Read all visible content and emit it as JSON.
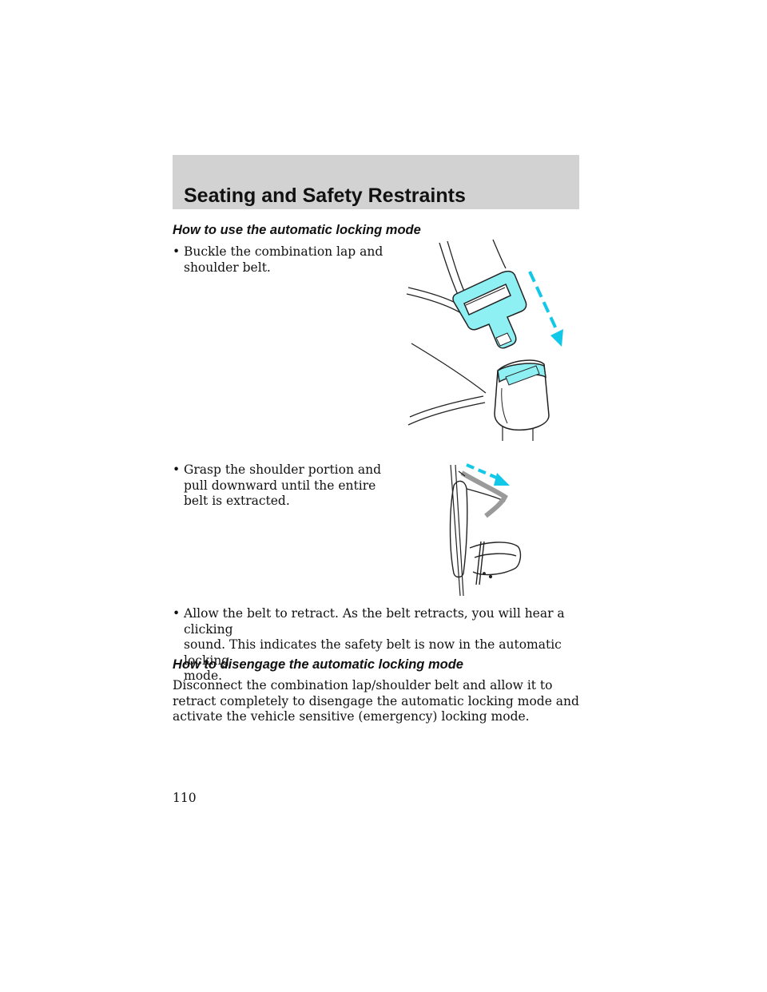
{
  "header": {
    "title": "Seating and Safety Restraints"
  },
  "section1": {
    "heading": "How to use the automatic locking mode",
    "bullets": [
      {
        "marker": "•",
        "text": "Buckle the combination lap and\nshoulder belt."
      },
      {
        "marker": "•",
        "text": "Grasp the shoulder portion and\npull downward until the entire\nbelt is extracted."
      },
      {
        "marker": "•",
        "text": "Allow the belt to retract. As the belt retracts, you will hear a clicking\nsound. This indicates the safety belt is now in the automatic locking\nmode."
      }
    ]
  },
  "section2": {
    "heading": "How to disengage the automatic locking mode",
    "paragraph": "Disconnect the combination lap/shoulder belt and allow it to retract completely to disengage the automatic locking mode and activate the vehicle sensitive (emergency) locking mode."
  },
  "page_number": "110",
  "colors": {
    "header_band": "#d2d2d2",
    "highlight": "#8ff0f4",
    "arrow": "#12c8e8"
  }
}
